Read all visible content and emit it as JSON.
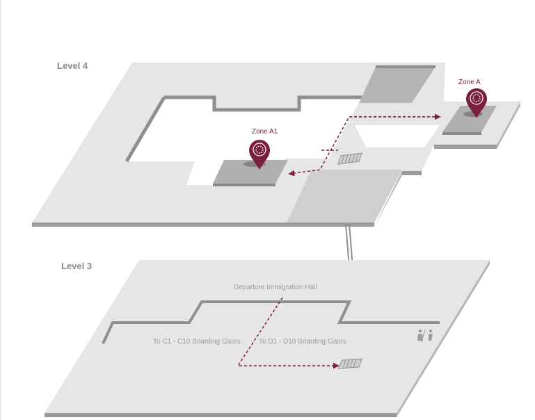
{
  "levels": [
    {
      "name": "Level 4"
    },
    {
      "name": "Level 3"
    }
  ],
  "zones": [
    {
      "name": "Zone A1"
    },
    {
      "name": "Zone A"
    }
  ],
  "labels": {
    "departure_hall": "Departure Immigration Hall",
    "gates_c": "To C1 - C10 Boarding Gates",
    "gates_d": "To D1 - D10 Boarding Gates"
  },
  "colors": {
    "accent": "#7a1f3d",
    "floor": "#e6e6e6",
    "floor_edge": "#9a9a9a",
    "wall": "#8f8f8f",
    "dark_zone": "#ababab"
  },
  "icons": [
    "location-pin-icon",
    "escalator-icon",
    "restroom-icon"
  ]
}
